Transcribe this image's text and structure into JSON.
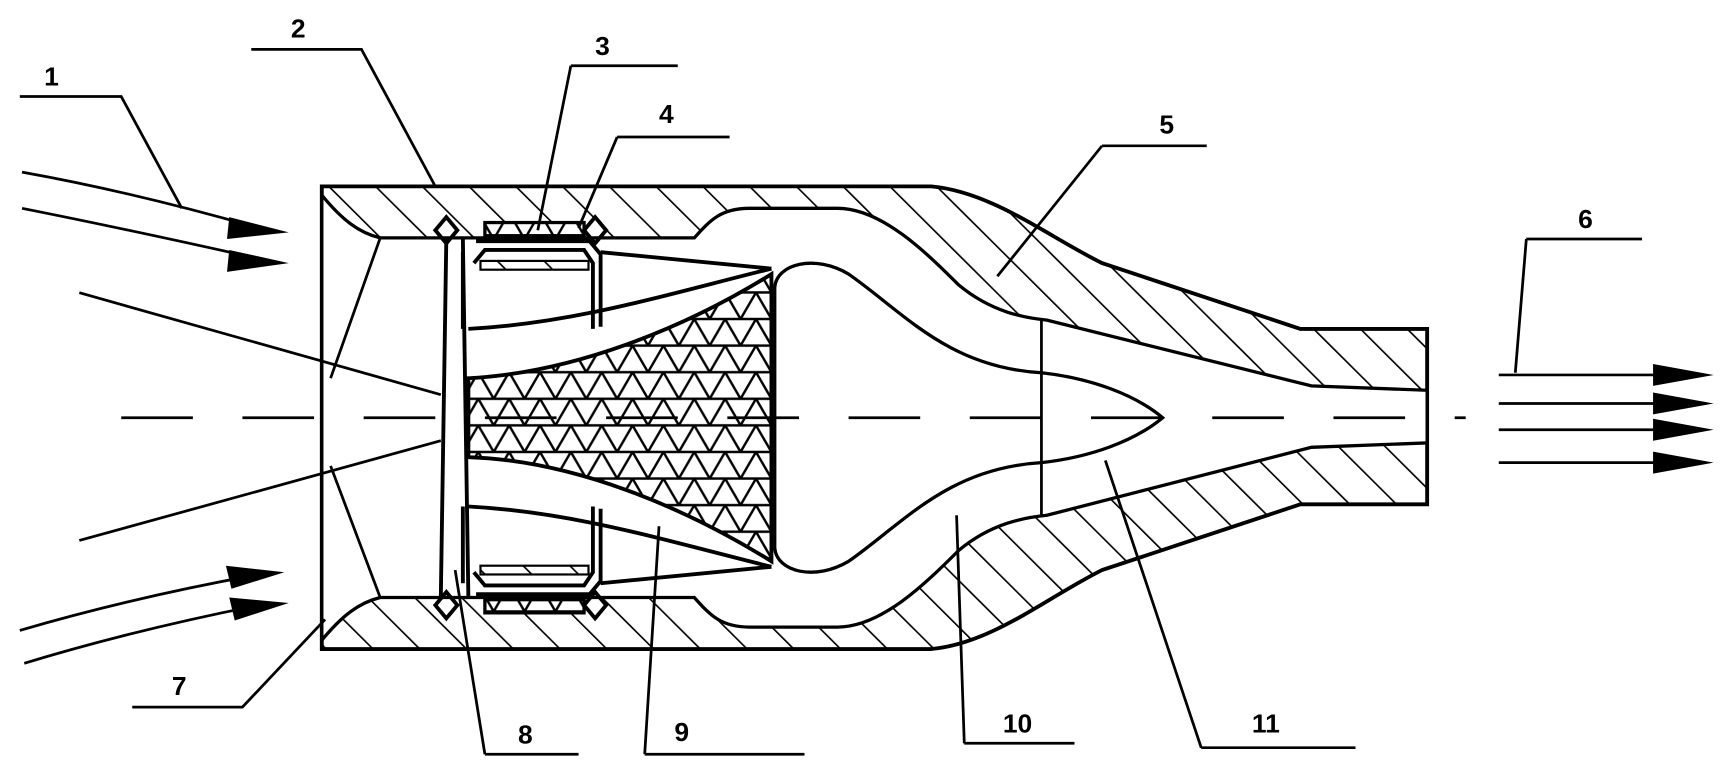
{
  "diagram": {
    "type": "cross-section technical drawing",
    "colors": {
      "line": "#000000",
      "background": "#ffffff"
    },
    "labels": [
      {
        "id": "1",
        "text": "1"
      },
      {
        "id": "2",
        "text": "2"
      },
      {
        "id": "3",
        "text": "3"
      },
      {
        "id": "4",
        "text": "4"
      },
      {
        "id": "5",
        "text": "5"
      },
      {
        "id": "6",
        "text": "6"
      },
      {
        "id": "7",
        "text": "7"
      },
      {
        "id": "8",
        "text": "8"
      },
      {
        "id": "9",
        "text": "9"
      },
      {
        "id": "10",
        "text": "10"
      },
      {
        "id": "11",
        "text": "11"
      }
    ]
  }
}
